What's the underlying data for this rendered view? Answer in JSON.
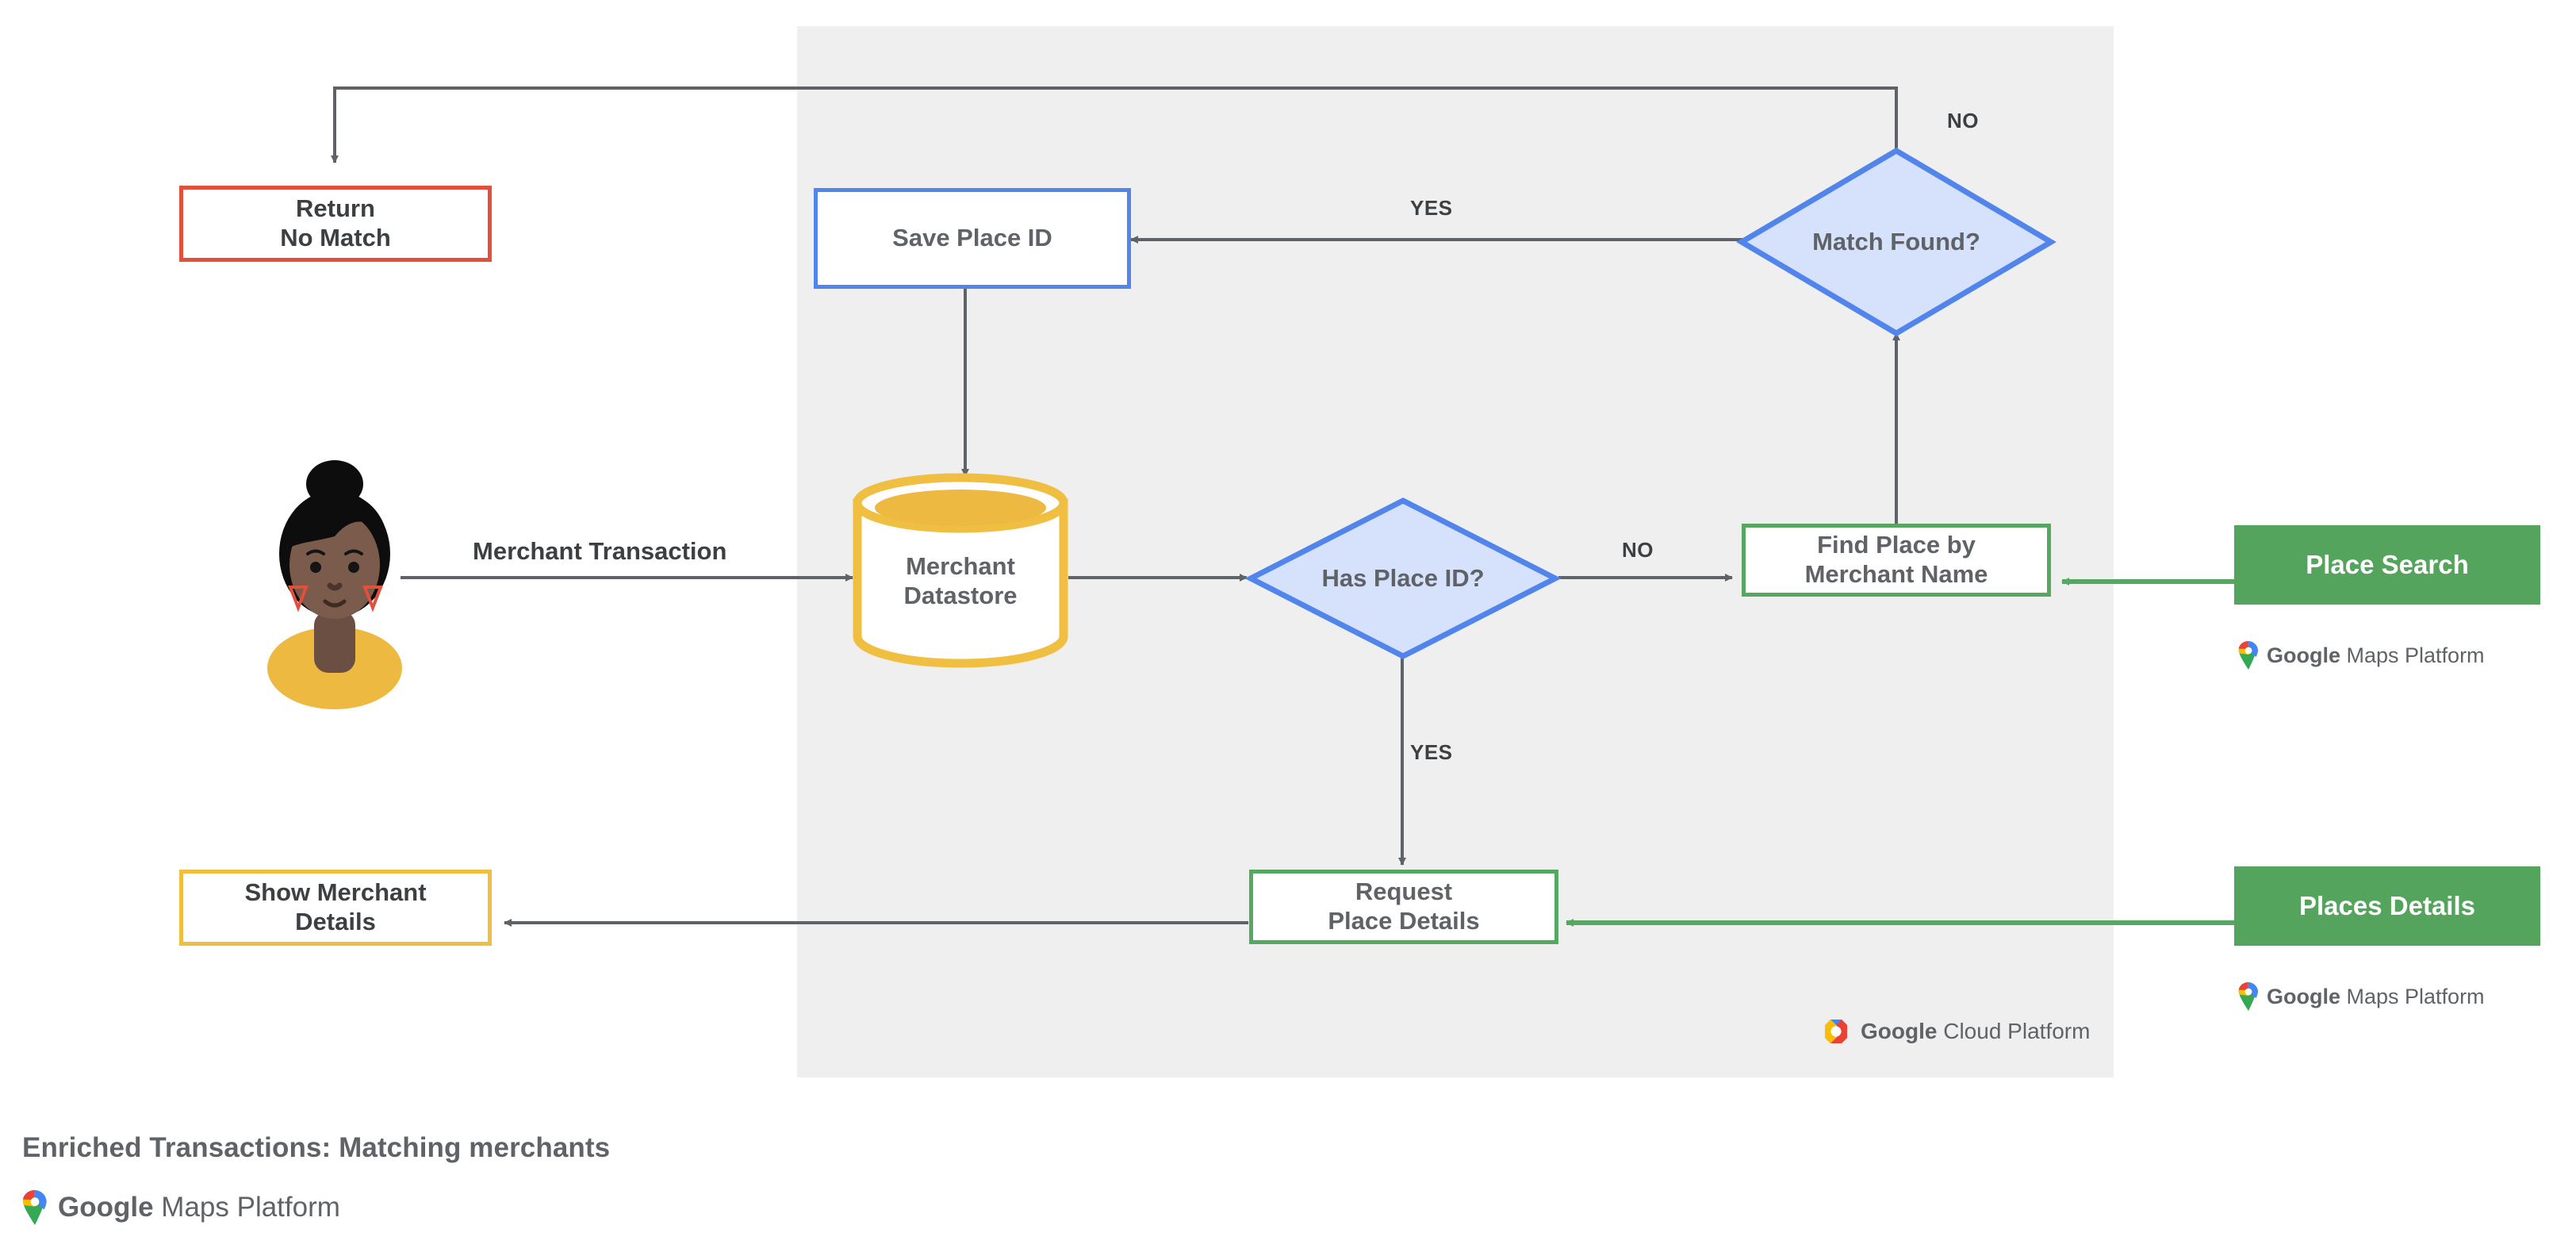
{
  "diagram": {
    "caption": "Enriched Transactions: Matching merchants",
    "platform_panel_label": "Google Cloud Platform",
    "brand": {
      "google": "Google",
      "maps_platform": " Maps Platform",
      "cloud_platform": " Cloud Platform"
    },
    "colors": {
      "panel_bg": "#efefef",
      "red": "#e2503b",
      "blue": "#5185ec",
      "blue_fill": "#d6e2fb",
      "green": "#56a75f",
      "green_solid": "#54a45d",
      "amber": "#f0bf42",
      "amber_fill": "#edb940",
      "connector": "#5f6368",
      "text": "#3c4043",
      "node_text": "#5f6368"
    },
    "nodes": [
      {
        "id": "return-no-match",
        "label_line1": "Return",
        "label_line2": "No Match",
        "shape": "rect",
        "style": "red"
      },
      {
        "id": "save-place-id",
        "label_line1": "Save Place ID",
        "label_line2": "",
        "shape": "rect",
        "style": "blue"
      },
      {
        "id": "match-found",
        "label_line1": "Match",
        "label_line2": "Found?",
        "shape": "diamond",
        "style": "blue"
      },
      {
        "id": "merchant-datastore",
        "label_line1": "Merchant",
        "label_line2": "Datastore",
        "shape": "cylinder",
        "style": "amber"
      },
      {
        "id": "has-place-id",
        "label_line1": "Has",
        "label_line2": "Place ID?",
        "shape": "diamond",
        "style": "blue"
      },
      {
        "id": "find-place",
        "label_line1": "Find Place by",
        "label_line2": "Merchant Name",
        "shape": "rect",
        "style": "green"
      },
      {
        "id": "request-details",
        "label_line1": "Request",
        "label_line2": "Place Details",
        "shape": "rect",
        "style": "green"
      },
      {
        "id": "show-merchant",
        "label_line1": "Show Merchant",
        "label_line2": "Details",
        "shape": "rect",
        "style": "amber"
      }
    ],
    "api_boxes": [
      {
        "id": "place-search",
        "label": "Place Search",
        "brand": "Google Maps Platform"
      },
      {
        "id": "places-details",
        "label": "Places Details",
        "brand": "Google Maps Platform"
      }
    ],
    "edge_labels": {
      "merchant_transaction": "Merchant Transaction",
      "yes_match": "YES",
      "no_match": "NO",
      "yes_place_id": "YES",
      "no_place_id": "NO"
    },
    "actor": {
      "id": "merchant-user",
      "name": "merchant-avatar"
    }
  }
}
